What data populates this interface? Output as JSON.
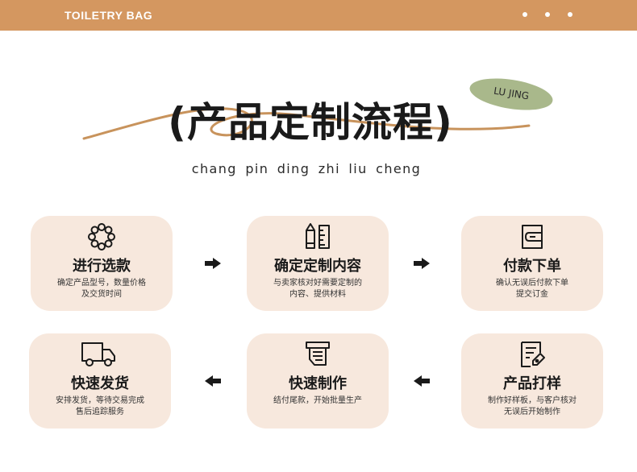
{
  "header": {
    "brand": "TOILETRY BAG",
    "dot_count": 3
  },
  "hero": {
    "title": "(产品定制流程)",
    "badge": "LU JING",
    "pinyin": "chang pin ding zhi liu cheng"
  },
  "colors": {
    "topbar": "#d49760",
    "card_bg": "#f7e8dd",
    "badge_bg": "#a9b88b",
    "swoosh": "#c8935c",
    "text": "#1a1a1a"
  },
  "steps": [
    {
      "title": "进行选款",
      "desc": [
        "确定产品型号，数量价格",
        "及交货时间"
      ],
      "icon": "flower-ring-icon"
    },
    {
      "title": "确定定制内容",
      "desc": [
        "与卖家核对好需要定制的",
        "内容、提供材料"
      ],
      "icon": "pencil-ruler-icon"
    },
    {
      "title": "付款下单",
      "desc": [
        "确认无误后付款下单",
        "提交订金"
      ],
      "icon": "wallet-icon"
    },
    {
      "title": "产品打样",
      "desc": [
        "制作好样板，与客户核对",
        "无误后开始制作"
      ],
      "icon": "document-tag-icon"
    },
    {
      "title": "快速制作",
      "desc": [
        "结付尾款，开始批量生产"
      ],
      "icon": "printer-icon"
    },
    {
      "title": "快速发货",
      "desc": [
        "安排发货，等待交易完成",
        "售后追踪服务"
      ],
      "icon": "delivery-truck-icon"
    }
  ],
  "arrows": {
    "row1": "right-arrow-icon",
    "row2": "left-arrow-icon"
  }
}
